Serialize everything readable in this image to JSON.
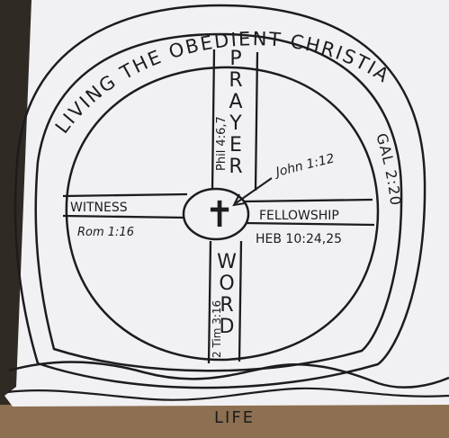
{
  "arc_title": "LIVING THE OBEDIENT CHRISTIAN LIFE",
  "arc_verse": "GAL 2:20",
  "spokes": {
    "top": {
      "word": "PRAYER",
      "letters": [
        "P",
        "R",
        "A",
        "Y",
        "E",
        "R"
      ],
      "verse": "Phil 4:6,7"
    },
    "bottom": {
      "word": "WORD",
      "letters": [
        "W",
        "O",
        "R",
        "D"
      ],
      "verse": "2 Tim 3:16"
    },
    "left": {
      "word": "WITNESS",
      "verse": "Rom 1:16"
    },
    "right": {
      "word": "FELLOWSHIP",
      "verse": "HEB 10:24,25"
    }
  },
  "hub": {
    "symbol": "✝",
    "verse": "John 1:12"
  },
  "ground_label": "LIFE",
  "colors": {
    "ink": "#1d1b1e",
    "paper": "#f1f0f2",
    "backdrop": "#2f2a24"
  }
}
